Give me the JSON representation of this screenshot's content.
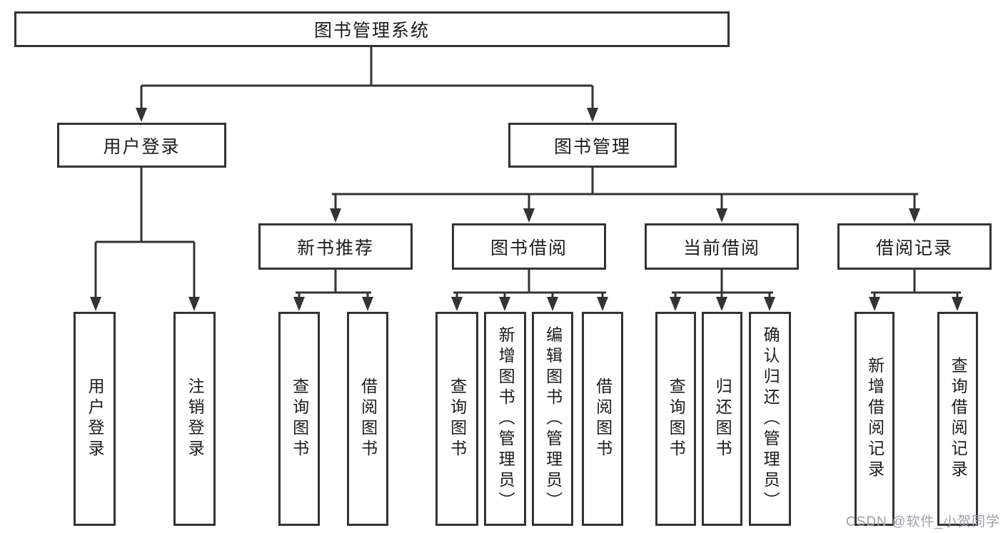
{
  "diagram": {
    "title": "图书管理系统",
    "nodes": {
      "root": "图书管理系统",
      "user_login": "用户登录",
      "book_mgmt": "图书管理",
      "new_book_rec": "新书推荐",
      "book_borrow": "图书借阅",
      "current_borrow": "当前借阅",
      "borrow_records": "借阅记录",
      "login_leaf": "用户登录",
      "logout_leaf": "注销登录",
      "rec_query_books": "查询图书",
      "rec_borrow_books": "借阅图书",
      "bb_query_books": "查询图书",
      "bb_add_books": "新增图书（管理员）",
      "bb_edit_books": "编辑图书（管理员）",
      "bb_borrow_books": "借阅图书",
      "cb_query_books": "查询图书",
      "cb_return_books": "归还图书",
      "cb_confirm_return": "确认归还（管理员）",
      "br_add_record": "新增借阅记录",
      "br_query_record": "查询借阅记录"
    },
    "colors": {
      "line": "#333333",
      "text": "#1c1c1c",
      "box_fill": "#ffffff",
      "background": "#ffffff",
      "watermark": "#9ba0a8"
    }
  },
  "watermark": "CSDN @软件_小贺同学"
}
